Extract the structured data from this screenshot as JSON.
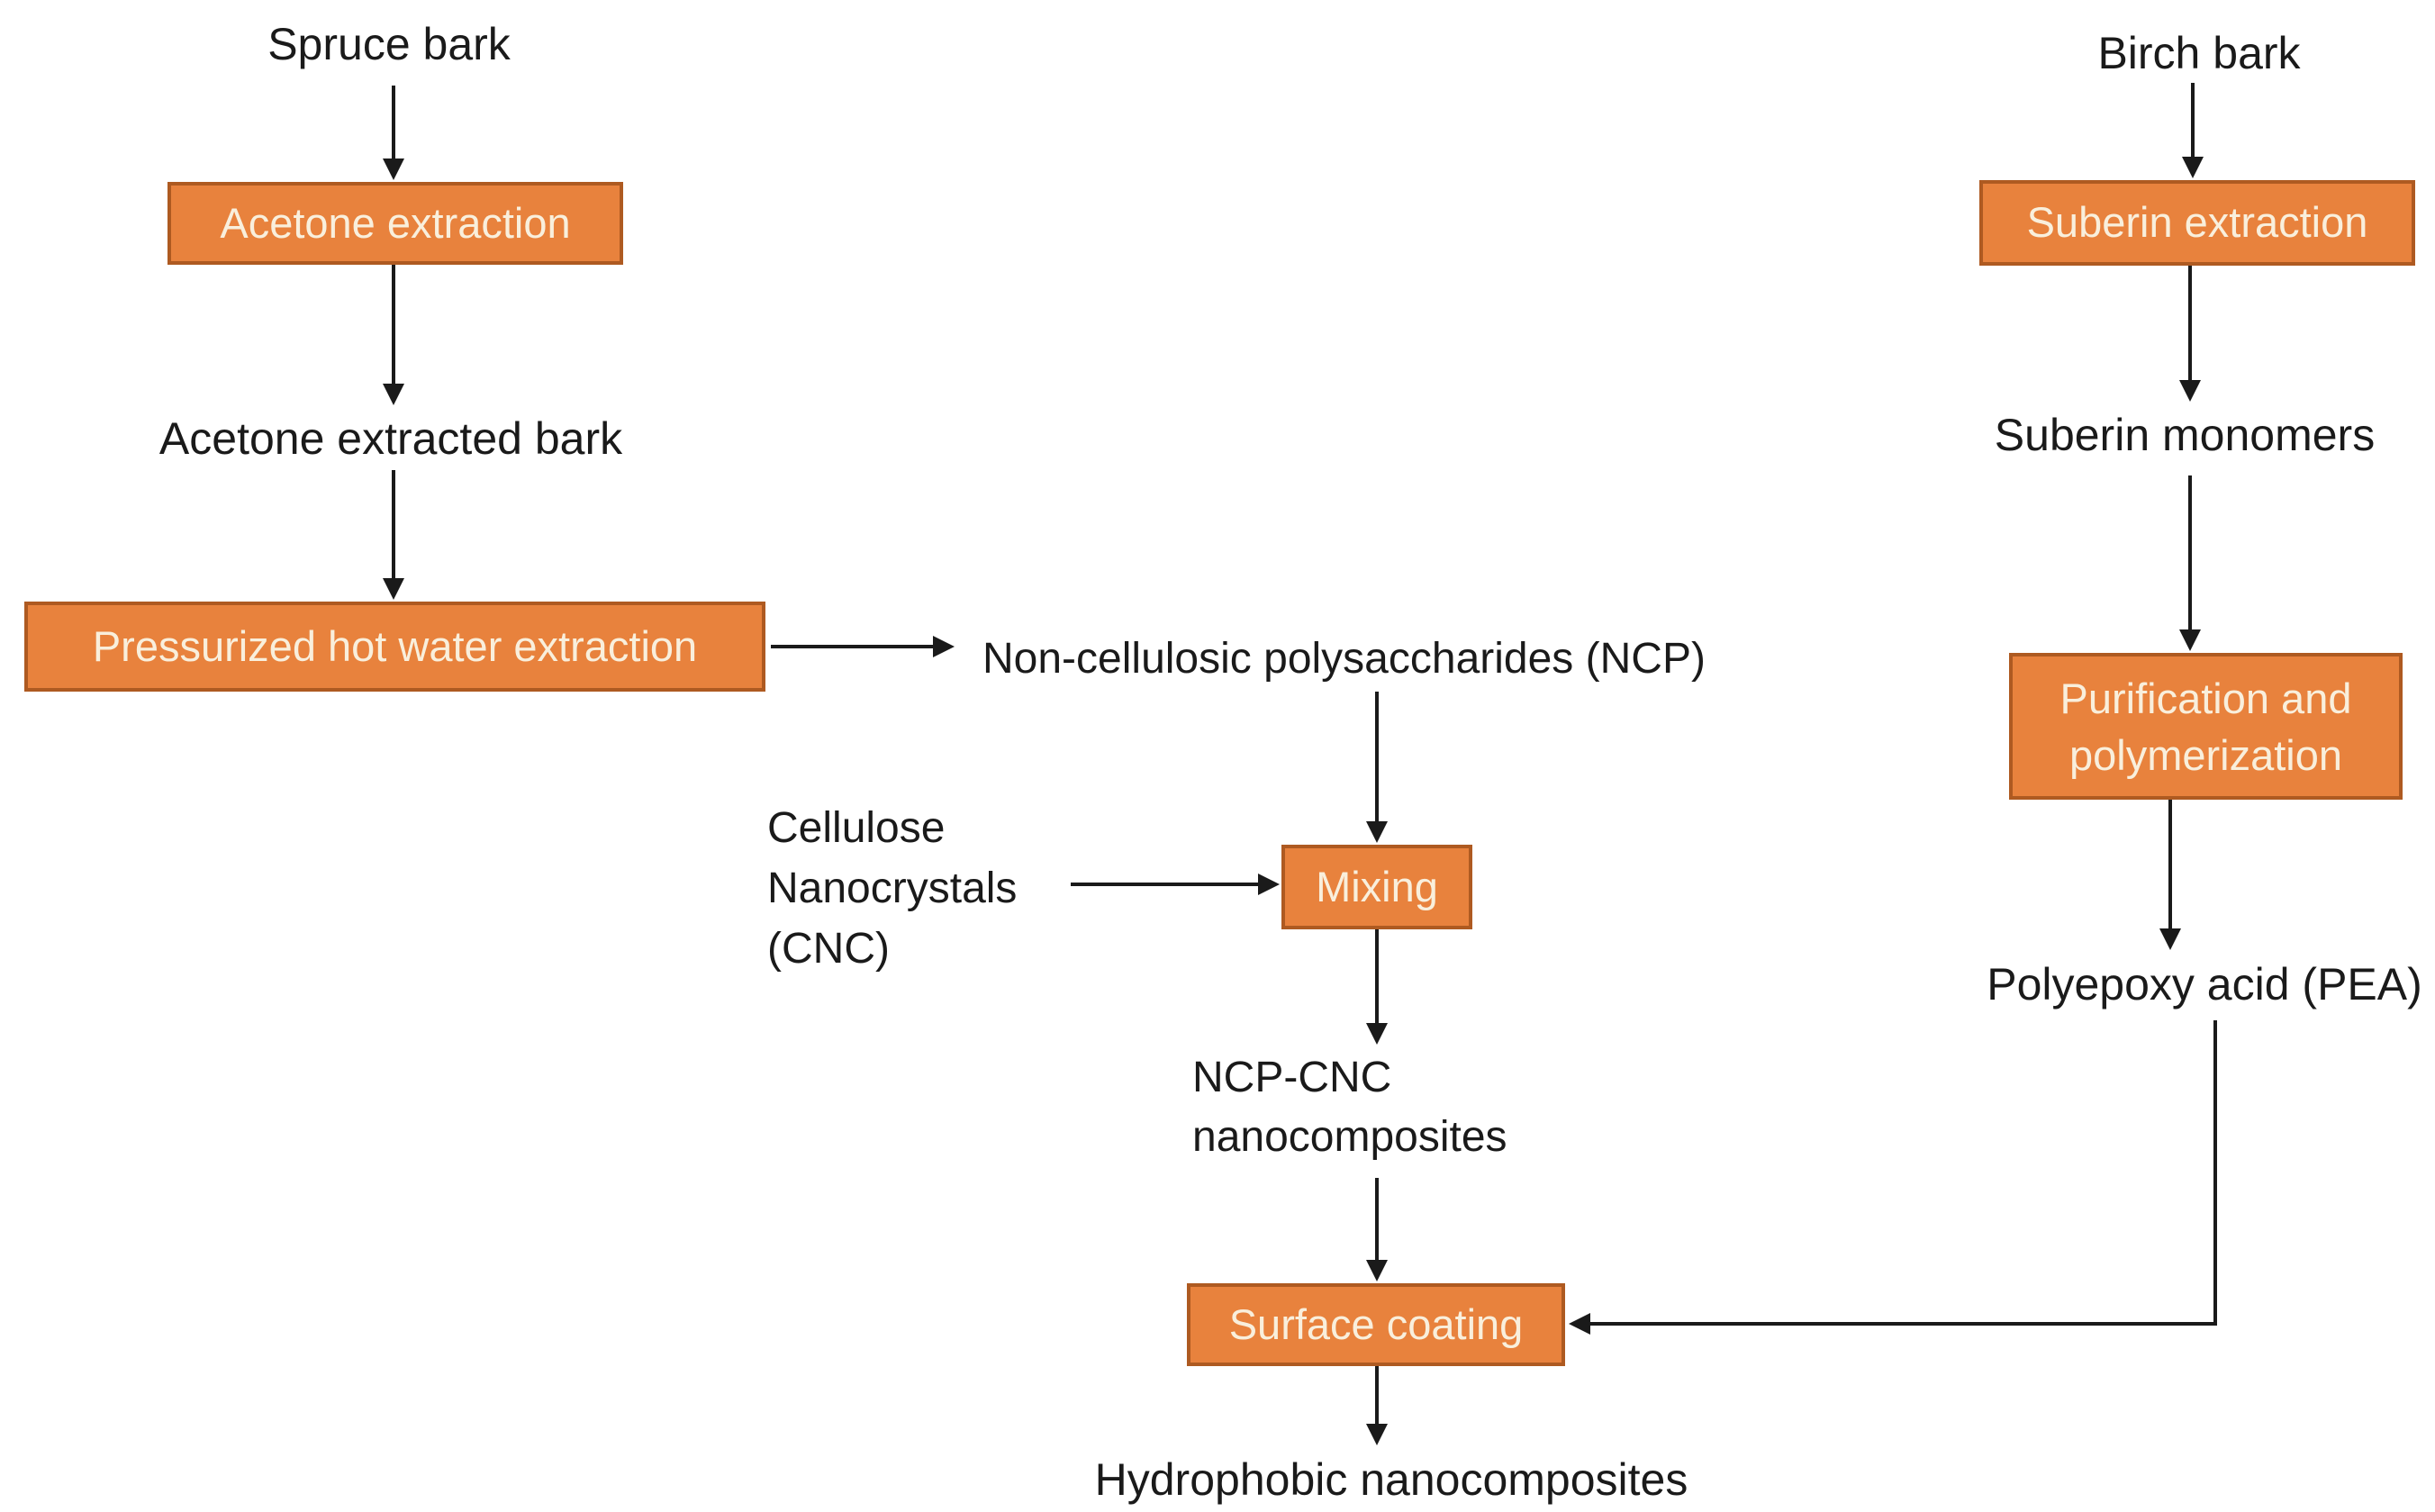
{
  "palette": {
    "box_fill": "#E8823D",
    "box_border": "#AE5A21",
    "box_text": "#F9EFDC",
    "label_text": "#1A1A1A",
    "arrow": "#1A1A1A",
    "page_bg": "#FFFFFF"
  },
  "diagram": {
    "labels": {
      "spruce_bark": "Spruce bark",
      "acetone_extracted_bark": "Acetone extracted bark",
      "ncp": "Non-cellulosic polysaccharides (NCP)",
      "cnc_lines": [
        "Cellulose",
        "Nanocrystals",
        "(CNC)"
      ],
      "ncp_cnc_lines": [
        "NCP-CNC",
        "nanocomposites"
      ],
      "hydrophobic": "Hydrophobic nanocomposites",
      "birch_bark": "Birch bark",
      "suberin_monomers": "Suberin monomers",
      "pea": "Polyepoxy acid (PEA)"
    },
    "boxes": {
      "acetone_extraction": "Acetone extraction",
      "pressurized": "Pressurized hot water extraction",
      "mixing": "Mixing",
      "surface_coating": "Surface coating",
      "suberin_extraction": "Suberin extraction",
      "purification_lines": [
        "Purification and",
        "polymerization"
      ]
    },
    "edges": [
      {
        "from": "Spruce bark",
        "to": "Acetone extraction"
      },
      {
        "from": "Acetone extraction",
        "to": "Acetone extracted bark"
      },
      {
        "from": "Acetone extracted bark",
        "to": "Pressurized hot water extraction"
      },
      {
        "from": "Pressurized hot water extraction",
        "to": "Non-cellulosic polysaccharides (NCP)"
      },
      {
        "from": "Non-cellulosic polysaccharides (NCP)",
        "to": "Mixing"
      },
      {
        "from": "Cellulose Nanocrystals (CNC)",
        "to": "Mixing"
      },
      {
        "from": "Mixing",
        "to": "NCP-CNC nanocomposites"
      },
      {
        "from": "NCP-CNC nanocomposites",
        "to": "Surface coating"
      },
      {
        "from": "Polyepoxy acid (PEA)",
        "to": "Surface coating"
      },
      {
        "from": "Surface coating",
        "to": "Hydrophobic nanocomposites"
      },
      {
        "from": "Birch bark",
        "to": "Suberin extraction"
      },
      {
        "from": "Suberin extraction",
        "to": "Suberin monomers"
      },
      {
        "from": "Suberin monomers",
        "to": "Purification and polymerization"
      },
      {
        "from": "Purification and polymerization",
        "to": "Polyepoxy acid (PEA)"
      }
    ]
  }
}
